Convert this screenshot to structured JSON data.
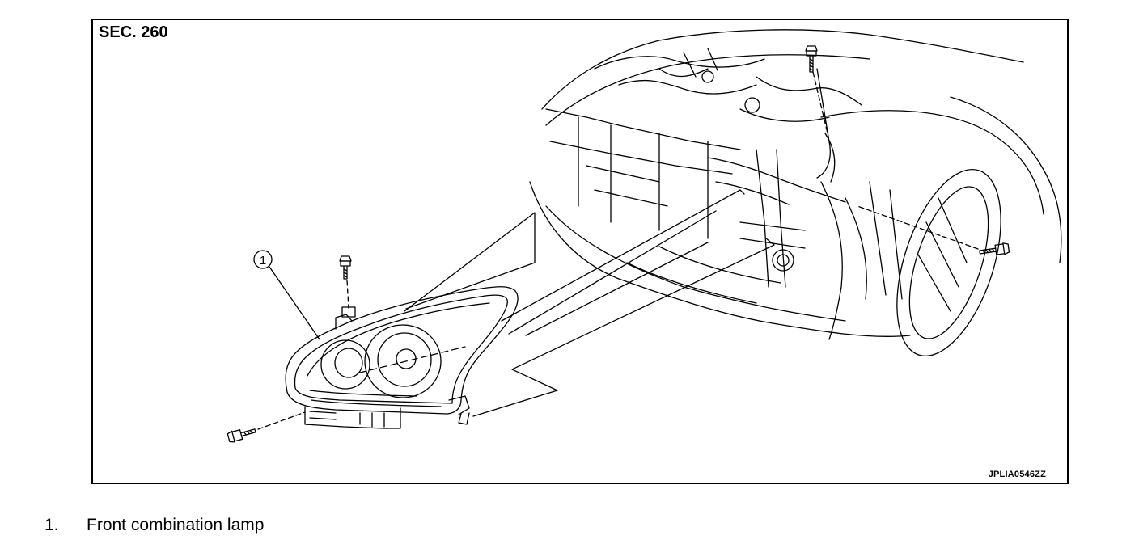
{
  "figure": {
    "section_label": "SEC. 260",
    "figure_id": "JPLIA0546ZZ",
    "callout": "1"
  },
  "legend": [
    {
      "number": "1.",
      "text": "Front combination lamp"
    }
  ],
  "icons": [
    "bolt-icon",
    "front-combination-lamp-drawing",
    "vehicle-front-end-drawing"
  ]
}
